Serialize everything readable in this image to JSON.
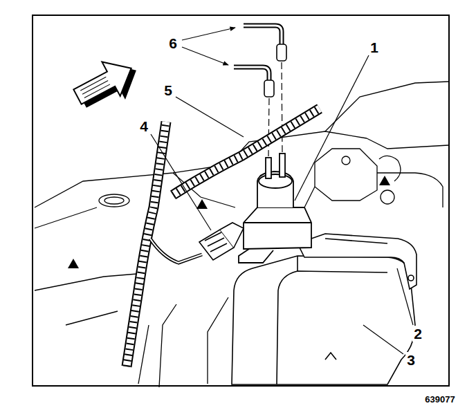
{
  "diagram": {
    "labels": [
      "6",
      "1",
      "5",
      "4",
      "2",
      "3",
      "639077"
    ]
  }
}
